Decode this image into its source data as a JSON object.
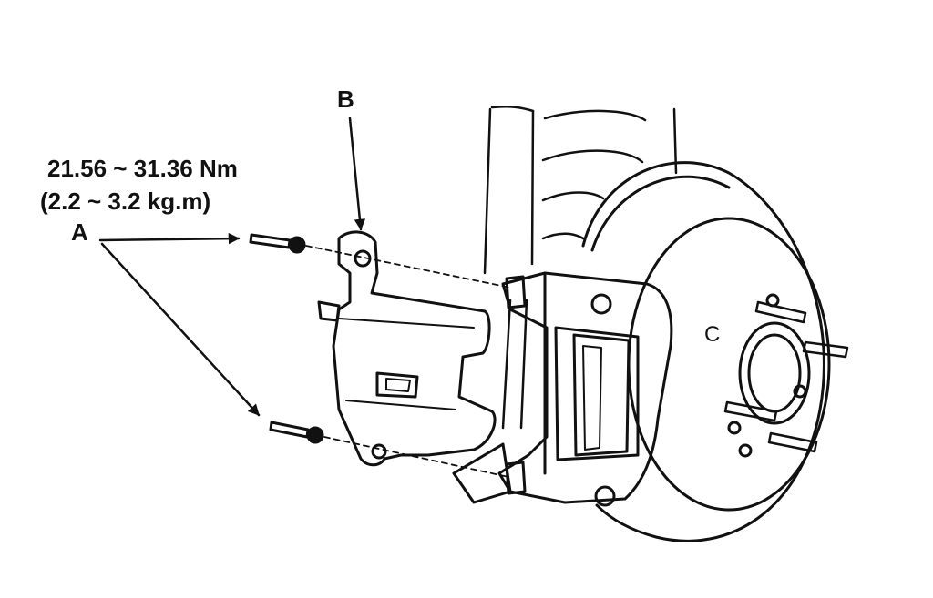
{
  "labels": {
    "torque_value": "21.56 ~ 31.36 Nm",
    "torque_alt": "(2.2 ~ 3.2 kg.m)",
    "label_a": "A",
    "label_b": "B",
    "mark_c": "C"
  },
  "colors": {
    "ink": "#111111",
    "paper": "#ffffff"
  }
}
